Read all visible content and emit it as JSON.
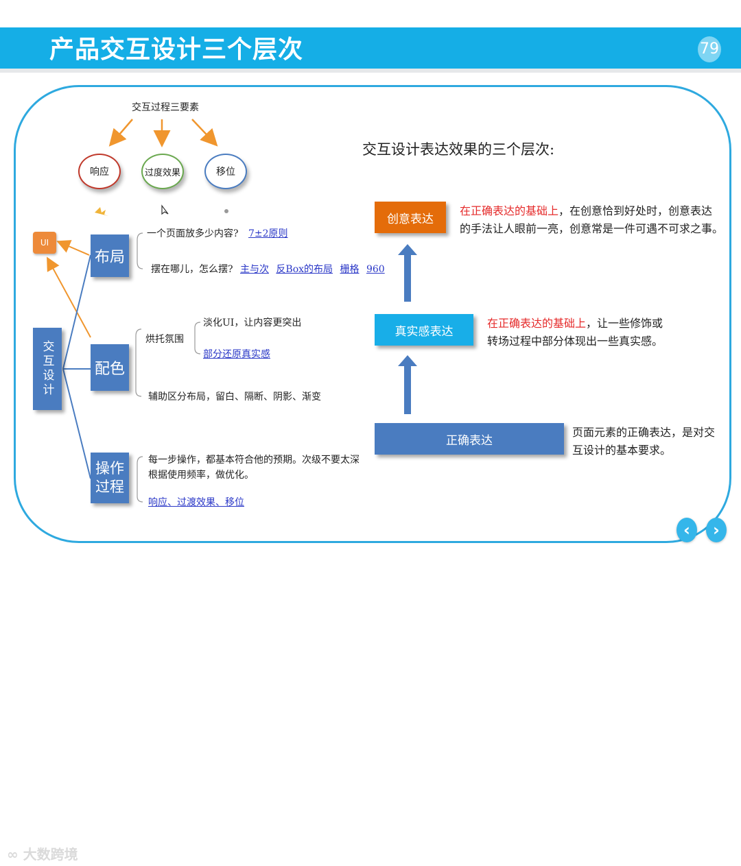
{
  "header": {
    "title": "产品交互设计三个层次",
    "page_number": "79"
  },
  "left": {
    "elements_title": "交互过程三要素",
    "circles": [
      "响应",
      "过度效果",
      "移位"
    ],
    "ui_label": "UI",
    "root_label": "交互设计",
    "branches": {
      "layout": {
        "label": "布局",
        "line1": "一个页面放多少内容?",
        "line1_link": "7±2原则",
        "line2": "摆在哪儿，怎么摆?",
        "line2_links": [
          "主与次",
          "反Box的布局",
          "栅格",
          "960"
        ]
      },
      "color": {
        "label": "配色",
        "sub_label": "烘托氛围",
        "item1": "淡化UI，让内容更突出",
        "item2_link": "部分还原真实感",
        "item3": "辅助区分布局，留白、隔断、阴影、渐变"
      },
      "process": {
        "label": "操作过程",
        "line1": "每一步操作，都基本符合他的预期。次级不要太深",
        "line2": "根据使用频率，做优化。",
        "link": "响应、过渡效果、移位"
      }
    }
  },
  "right": {
    "title": "交互设计表达效果的三个层次:",
    "levels": [
      {
        "label": "创意表达",
        "color": "#e46c0a",
        "red_text": "在正确表达的基础上",
        "text_line1": "，在创意恰到好处时，创意表达",
        "text_line2": "的手法让人眼前一亮，创意常是一件可遇不可求之事。"
      },
      {
        "label": "真实感表达",
        "color": "#18aee8",
        "red_text": "在正确表达的基础上",
        "text_line1": "，让一些修饰或",
        "text_line2": "转场过程中部分体现出一些真实感。"
      },
      {
        "label": "正确表达",
        "color": "#4a7cc0",
        "text_line1": "页面元素的正确表达，是对交",
        "text_line2": "互设计的基本要求。"
      }
    ]
  },
  "nav": {
    "prev": "‹",
    "next": "›"
  },
  "watermark": "大数跨境"
}
